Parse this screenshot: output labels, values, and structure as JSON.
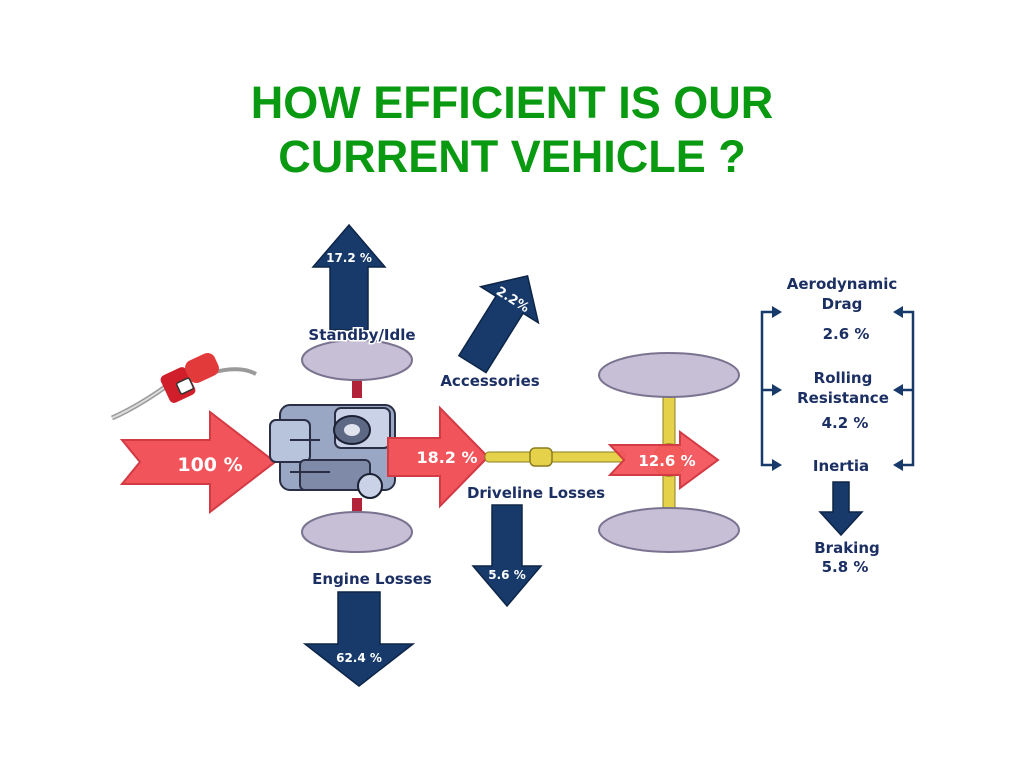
{
  "title": {
    "line1": "HOW EFFICIENT IS OUR",
    "line2": "CURRENT VEHICLE ?"
  },
  "colors": {
    "title": "#0a9a12",
    "blue_arrow": "#173a6b",
    "red_arrow": "#f2545b",
    "label": "#1b2f63",
    "wheel": "#c6bfd6",
    "shaft": "#e6d24a"
  },
  "arrows": {
    "input": "100 %",
    "engine_out": "18.2 %",
    "driveline_out": "12.6 %",
    "standby_idle": "17.2 %",
    "accessories": "2.2%",
    "driveline_losses": "5.6 %",
    "engine_losses": "62.4 %"
  },
  "labels": {
    "standby_idle": "Standby/Idle",
    "accessories": "Accessories",
    "driveline_losses": "Driveline Losses",
    "engine_losses": "Engine Losses"
  },
  "right_panel": {
    "aero_line1": "Aerodynamic",
    "aero_line2": "Drag",
    "aero_value": "2.6 %",
    "rolling_line1": "Rolling",
    "rolling_line2": "Resistance",
    "rolling_value": "4.2 %",
    "inertia": "Inertia",
    "braking": "Braking",
    "braking_value": "5.8 %"
  },
  "icons": [
    "fuel-nozzle-icon",
    "engine-icon",
    "wheel-icon"
  ]
}
